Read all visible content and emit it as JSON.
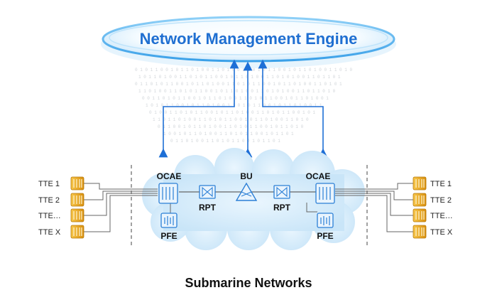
{
  "title": "Network Management Engine",
  "caption": "Submarine Networks",
  "left_terminals": [
    "TTE 1",
    "TTE 2",
    "TTE…",
    "TTE X"
  ],
  "right_terminals": [
    "TTE 1",
    "TTE 2",
    "TTE…",
    "TTE X"
  ],
  "nodes": {
    "ocae_left": "OCAE",
    "ocae_right": "OCAE",
    "pfe_left": "PFE",
    "pfe_right": "PFE",
    "rpt_left": "RPT",
    "rpt_right": "RPT",
    "bu": "BU"
  },
  "colors": {
    "title_text": "#1f6fd1",
    "cloud": "#d6ecfb",
    "arrow": "#1e6fd6",
    "node": "#2b7fd6",
    "terminal": "#e8a91a",
    "line": "#555555"
  },
  "icons": {
    "terminal": "server-rack-icon",
    "ocae": "ocae-equipment-icon",
    "pfe": "power-feed-icon",
    "rpt": "repeater-icon",
    "bu": "branching-unit-icon"
  }
}
